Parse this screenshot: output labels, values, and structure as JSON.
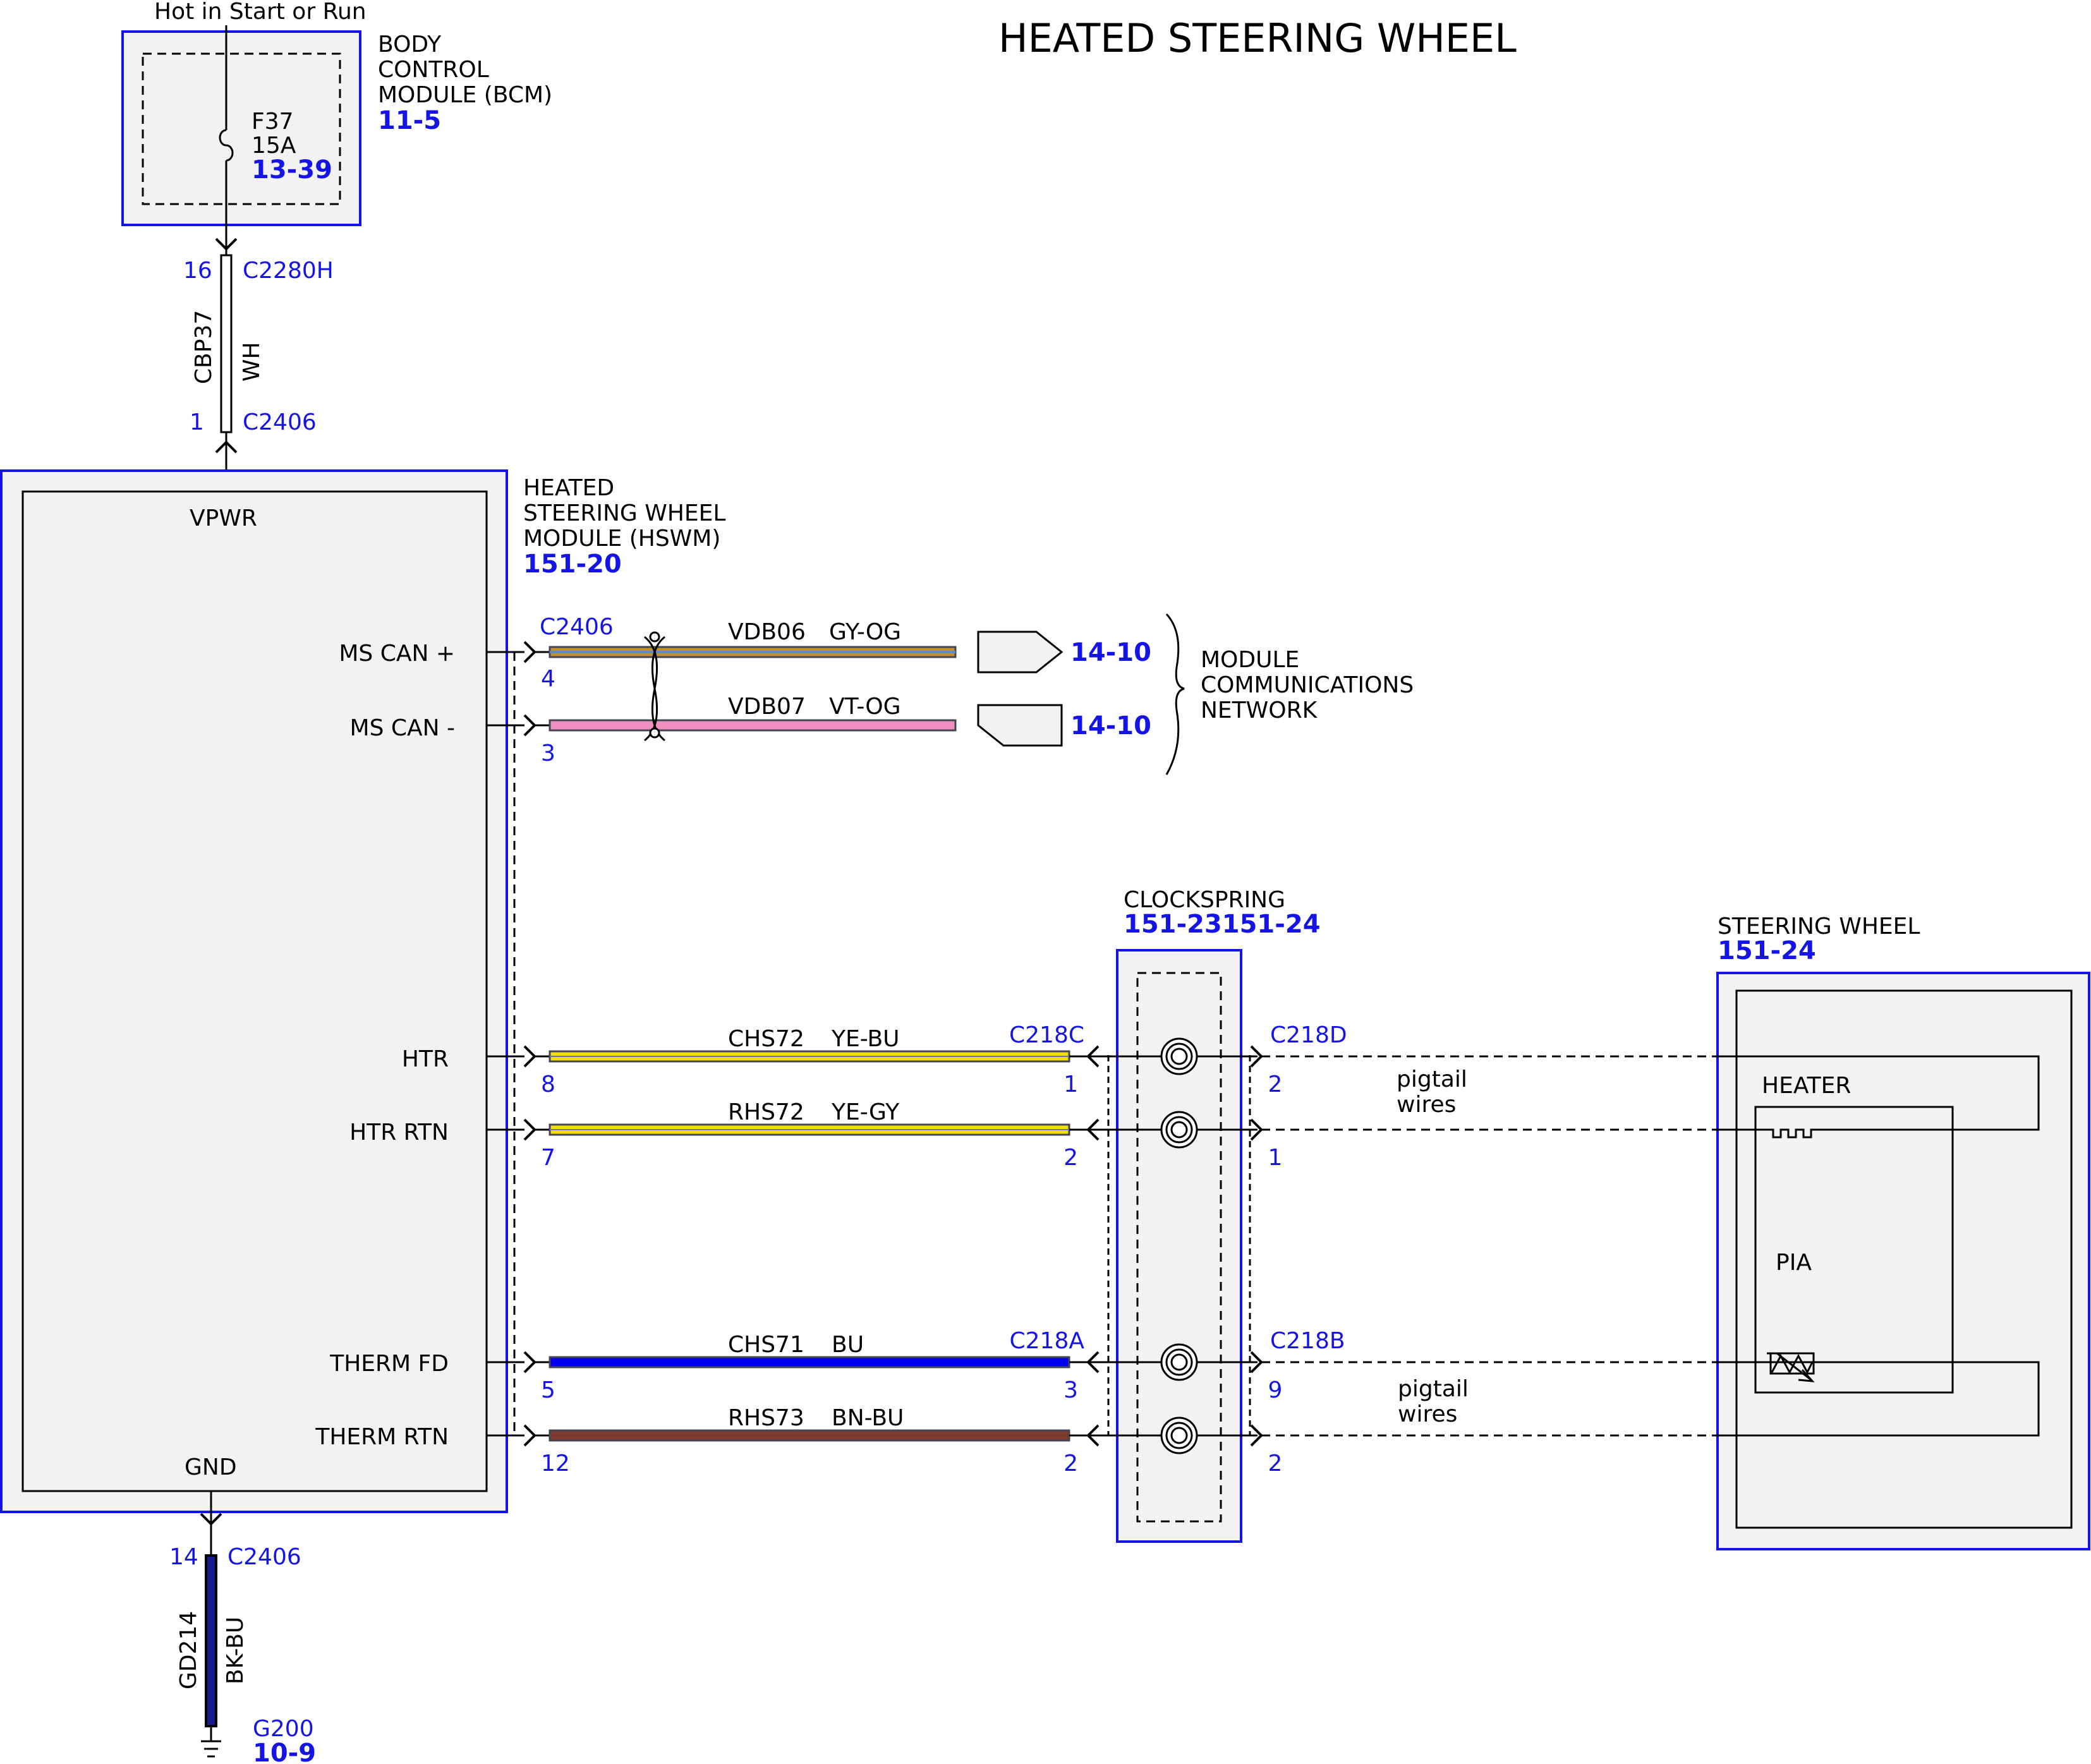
{
  "title": "HEATED STEERING WHEEL",
  "top_label": "Hot in Start or Run",
  "bcm": {
    "name_lines": [
      "BODY",
      "CONTROL",
      "MODULE (BCM)"
    ],
    "ref": "11-5",
    "fuse": {
      "id": "F37",
      "rating": "15A",
      "ref": "13-39"
    }
  },
  "power_feed": {
    "pin_top": "16",
    "connector_top": "C2280H",
    "circuit": "CBP37",
    "color": "WH",
    "pin_bottom": "1",
    "connector_bottom": "C2406"
  },
  "hswm": {
    "name_lines": [
      "HEATED",
      "STEERING WHEEL",
      "MODULE (HSWM)"
    ],
    "ref": "151-20",
    "pins": {
      "vpwr": "VPWR",
      "gnd": "GND",
      "ms_can_plus": "MS CAN +",
      "ms_can_minus": "MS CAN -",
      "htr": "HTR",
      "htr_rtn": "HTR RTN",
      "therm_fd": "THERM FD",
      "therm_rtn": "THERM RTN"
    }
  },
  "can_network": {
    "connector": "C2406",
    "lines": [
      {
        "pin": "4",
        "circuit": "VDB06",
        "color": "GY-OG",
        "ref": "14-10"
      },
      {
        "pin": "3",
        "circuit": "VDB07",
        "color": "VT-OG",
        "ref": "14-10"
      }
    ],
    "label_lines": [
      "MODULE",
      "COMMUNICATIONS",
      "NETWORK"
    ]
  },
  "heater_wires": [
    {
      "pin": "8",
      "circuit": "CHS72",
      "color": "YE-BU",
      "conn_right": "C218C",
      "pin_right": "1",
      "conn_out": "C218D",
      "pin_out": "2"
    },
    {
      "pin": "7",
      "circuit": "RHS72",
      "color": "YE-GY",
      "conn_right": "",
      "pin_right": "2",
      "conn_out": "",
      "pin_out": "1"
    },
    {
      "pin": "5",
      "circuit": "CHS71",
      "color": "BU",
      "conn_right": "C218A",
      "pin_right": "3",
      "conn_out": "C218B",
      "pin_out": "9"
    },
    {
      "pin": "12",
      "circuit": "RHS73",
      "color": "BN-BU",
      "conn_right": "",
      "pin_right": "2",
      "conn_out": "",
      "pin_out": "2"
    }
  ],
  "clockspring": {
    "name": "CLOCKSPRING",
    "ref": "151-23151-24"
  },
  "pigtail": {
    "line1": "pigtail",
    "line2": "wires"
  },
  "steering_wheel": {
    "name": "STEERING WHEEL",
    "ref": "151-24",
    "heater": "HEATER",
    "pia": "PIA"
  },
  "ground": {
    "pin": "14",
    "connector": "C2406",
    "circuit": "GD214",
    "color": "BK-BU",
    "ground_id": "G200",
    "ref": "10-9"
  },
  "colors": {
    "accent_blue": "#1414e6",
    "module_fill": "#f2f2f2",
    "wire_blue": "#0000ee",
    "wire_yellow": "#f0e000",
    "wire_pink": "#ee8fbf",
    "wire_brown": "#7a3b2e"
  }
}
